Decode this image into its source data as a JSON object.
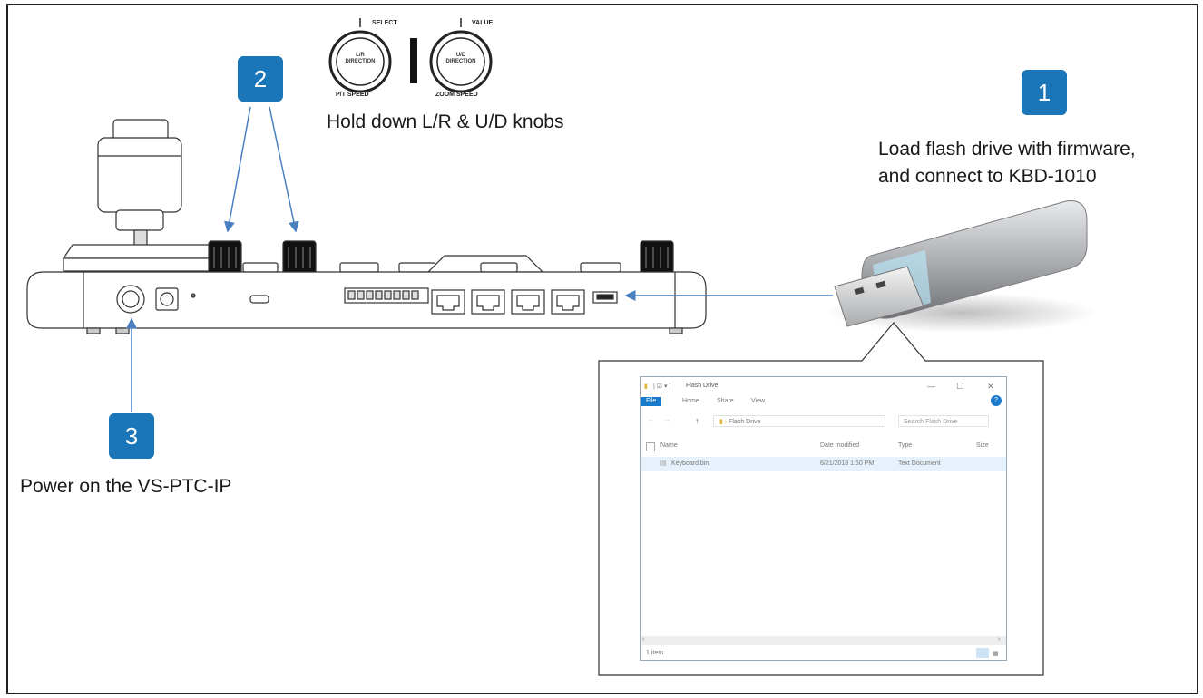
{
  "steps": [
    {
      "number": "1",
      "caption_lines": [
        "Load flash drive with firmware,",
        "and connect to KBD-1010"
      ]
    },
    {
      "number": "2",
      "caption_lines": [
        "Hold down L/R & U/D knobs"
      ]
    },
    {
      "number": "3",
      "caption_lines": [
        "Power on the VS-PTC-IP"
      ]
    }
  ],
  "knobs": {
    "left": {
      "top_label": "SELECT",
      "inner": [
        "L/R",
        "DIRECTION"
      ],
      "bottom_label": "P/T SPEED"
    },
    "right": {
      "top_label": "VALUE",
      "inner": [
        "U/D",
        "DIRECTION"
      ],
      "bottom_label": "ZOOM SPEED"
    }
  },
  "explorer": {
    "title": "Flash Drive",
    "tabs": [
      "File",
      "Home",
      "Share",
      "View"
    ],
    "address": "Flash Drive",
    "search_placeholder": "Search Flash Drive",
    "columns": [
      "Name",
      "Date modified",
      "Type",
      "Size"
    ],
    "files": [
      {
        "name": "Keyboard.bin",
        "date_modified": "6/21/2018 1:50 PM",
        "type": "Text Document"
      }
    ],
    "status": "1 item",
    "window_controls": [
      "—",
      "☐",
      "✕"
    ]
  },
  "colors": {
    "badge": "#1a76b8",
    "arrow": "#4a7fc0",
    "explorer_tab_active": "#1979ca"
  }
}
